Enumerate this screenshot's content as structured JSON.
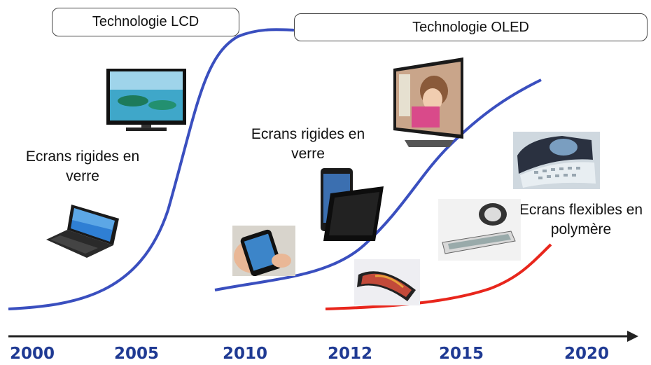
{
  "technologies": [
    {
      "label": "Technologie LCD",
      "color": "#3a4fbf"
    },
    {
      "label": "Technologie OLED",
      "color": "#3a4fbf"
    },
    {
      "label": "",
      "color": "#e8261c"
    }
  ],
  "captions": {
    "lcd": [
      "Ecrans rigides en",
      "verre"
    ],
    "oled": [
      "Ecrans rigides en",
      "verre"
    ],
    "flexible": [
      "Ecrans flexibles en",
      "polymère"
    ]
  },
  "timeline": {
    "years": [
      "2000",
      "2005",
      "2010",
      "2012",
      "2015",
      "2020"
    ],
    "axis_color": "#222222",
    "year_color": "#1f3a93"
  },
  "devices": [
    "laptop",
    "tv",
    "smartphone",
    "phone-case",
    "oled-tv",
    "curved-phone",
    "rollable-display",
    "bendable-tablet"
  ]
}
